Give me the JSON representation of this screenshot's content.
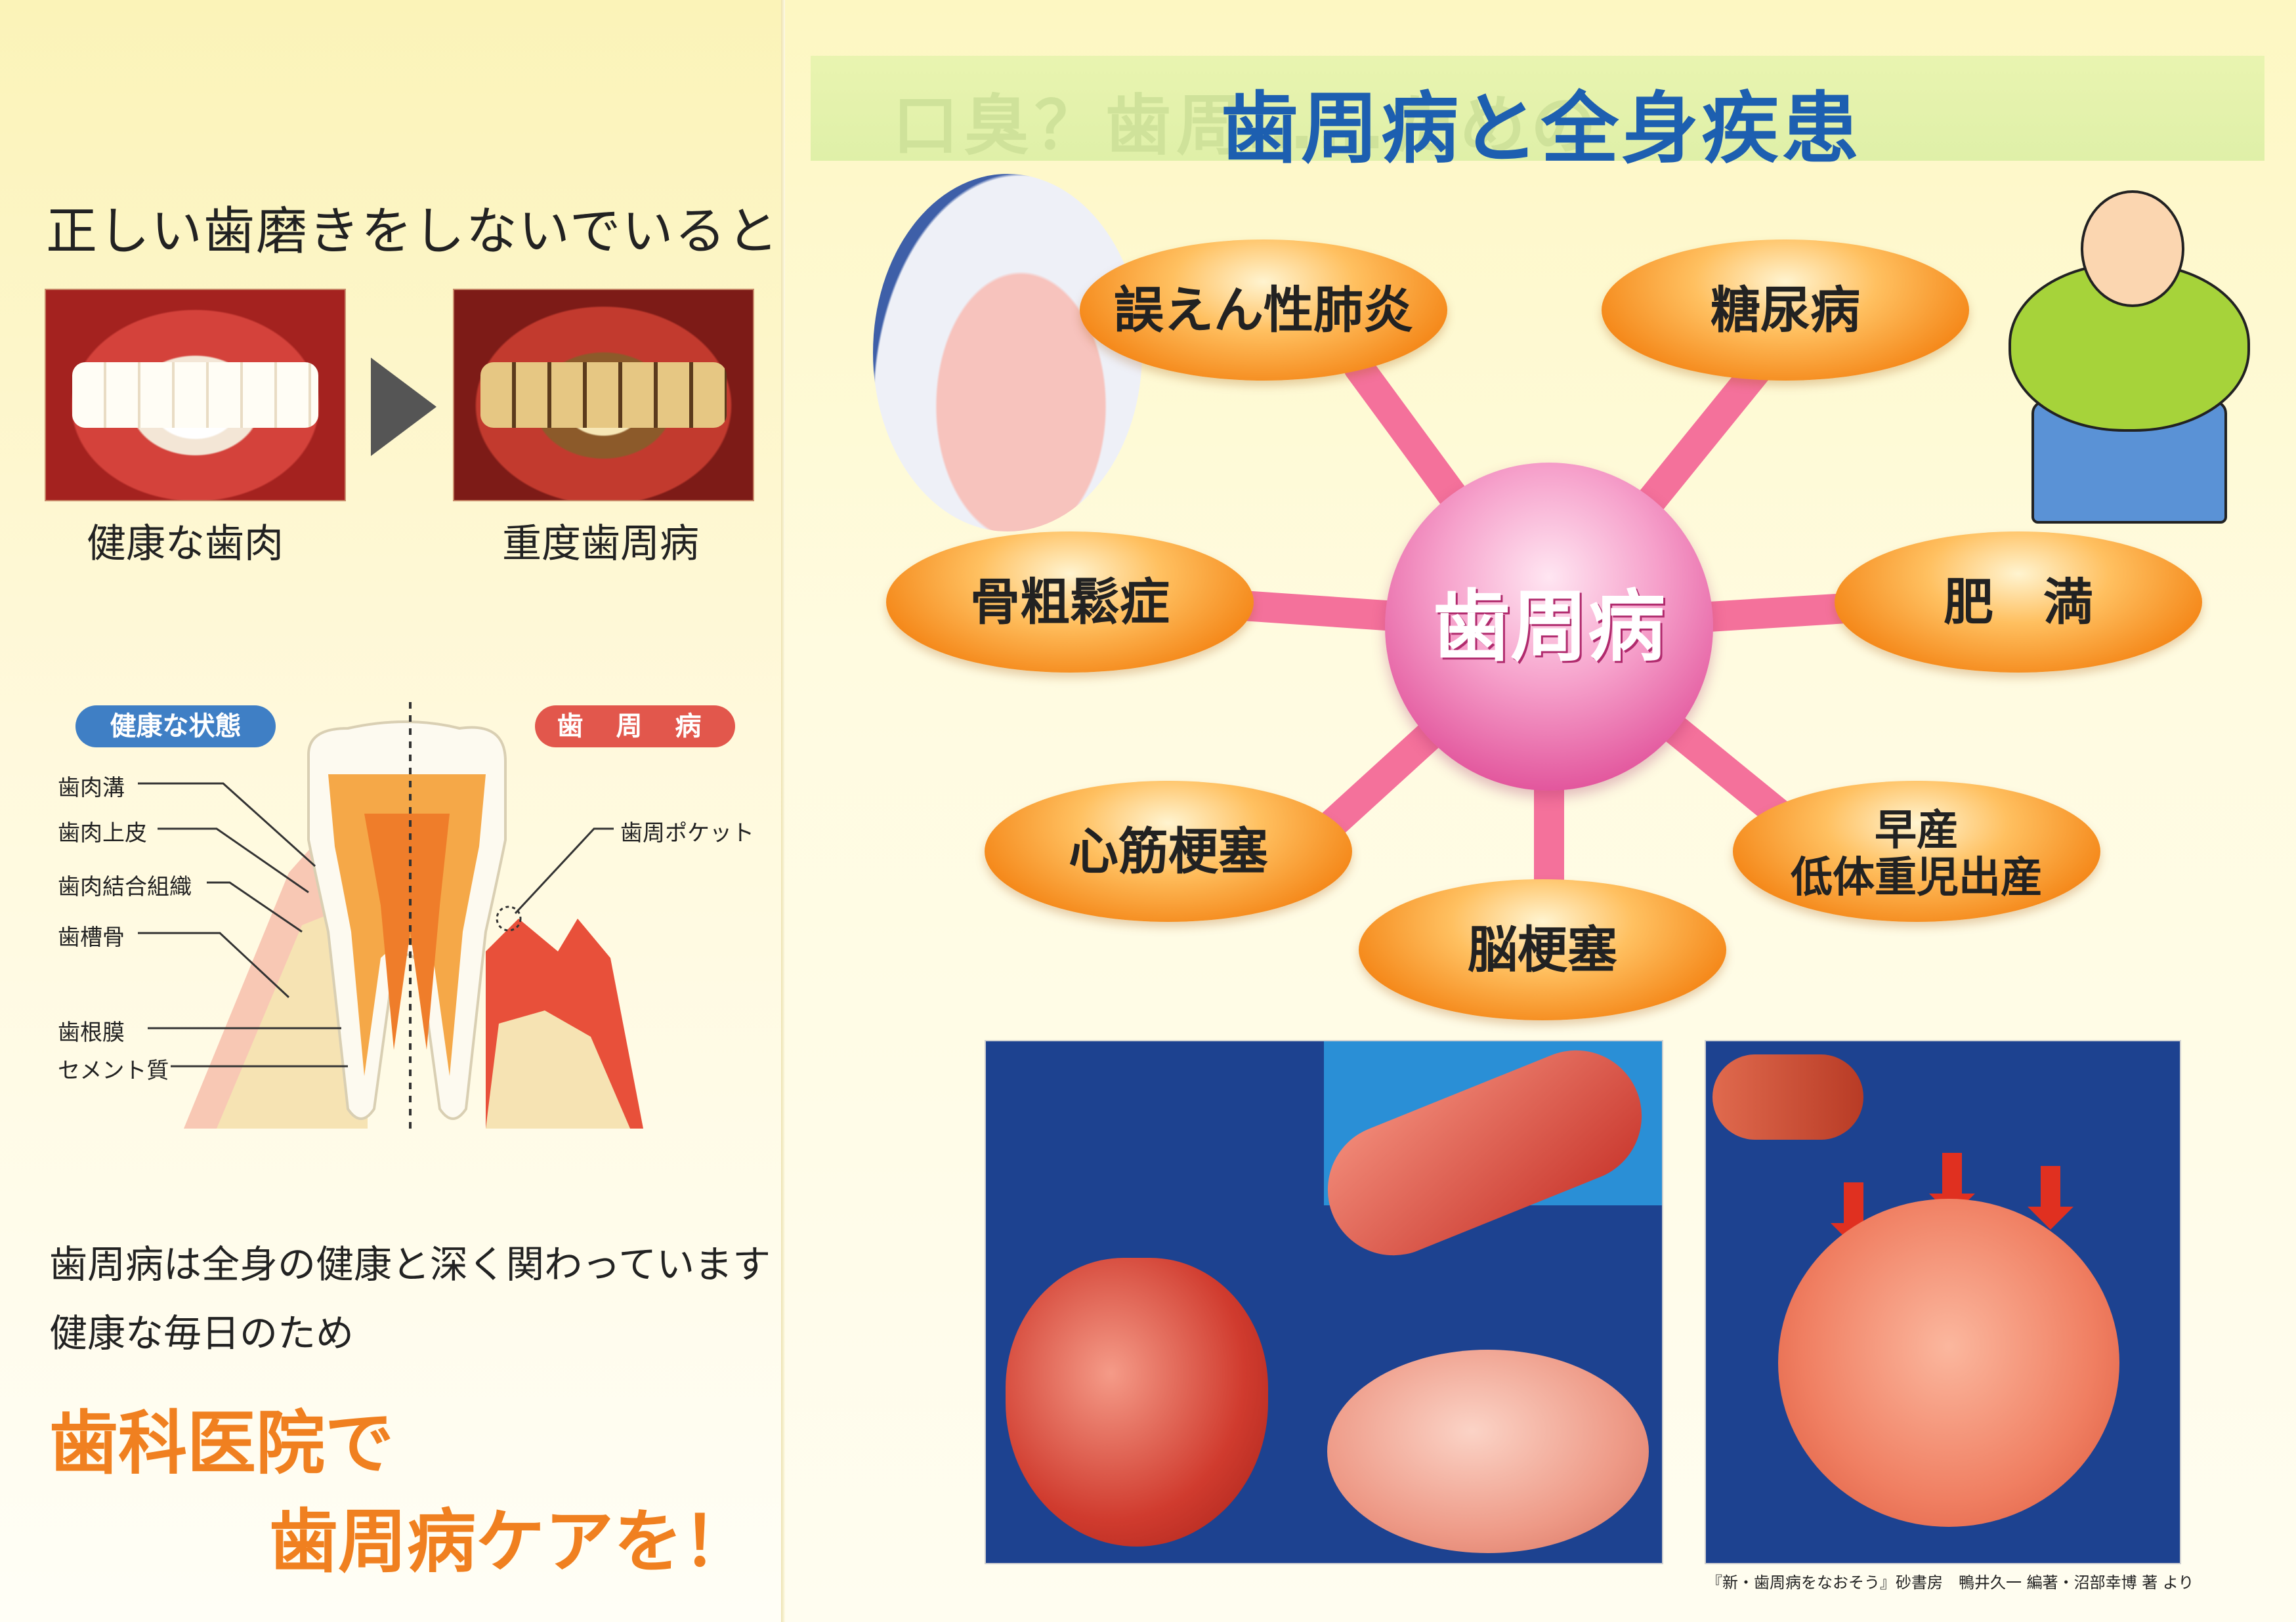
{
  "left": {
    "heading": "正しい歯磨きをしないでいると",
    "photo_healthy_caption": "健康な歯肉",
    "photo_disease_caption": "重度歯周病",
    "diagram": {
      "badge_healthy": "健康な状態",
      "badge_disease": "歯 周 病",
      "labels_left": [
        "歯肉溝",
        "歯肉上皮",
        "歯肉結合組織",
        "歯槽骨",
        "歯根膜",
        "セメント質"
      ],
      "label_right": "歯周ポケット"
    },
    "lead_line1": "歯周病は全身の健康と深く関わっています",
    "lead_line2": "健康な毎日のため",
    "care_line1": "歯科医院で",
    "care_line2": "歯周病ケアを！"
  },
  "right": {
    "ghost_title": "口臭？歯周……ための",
    "title": "歯周病と全身疾患",
    "hub": "歯周病",
    "diseases": {
      "pneumonia": "誤えん性肺炎",
      "diabetes": "糖尿病",
      "osteoporosis": "骨粗鬆症",
      "obesity": "肥　満",
      "myocardial": "心筋梗塞",
      "preterm_line1": "早産",
      "preterm_line2": "低体重児出産",
      "stroke": "脳梗塞"
    },
    "credit": "『新・歯周病をなおそう』砂書房　鴨井久一 編著・沼部幸博 著 より"
  },
  "colors": {
    "title_blue": "#1d5fb0",
    "care_orange": "#f08020",
    "pill_orange": "#f58a1c",
    "hub_pink": "#e2559c",
    "spoke_pink": "#f4719b"
  }
}
